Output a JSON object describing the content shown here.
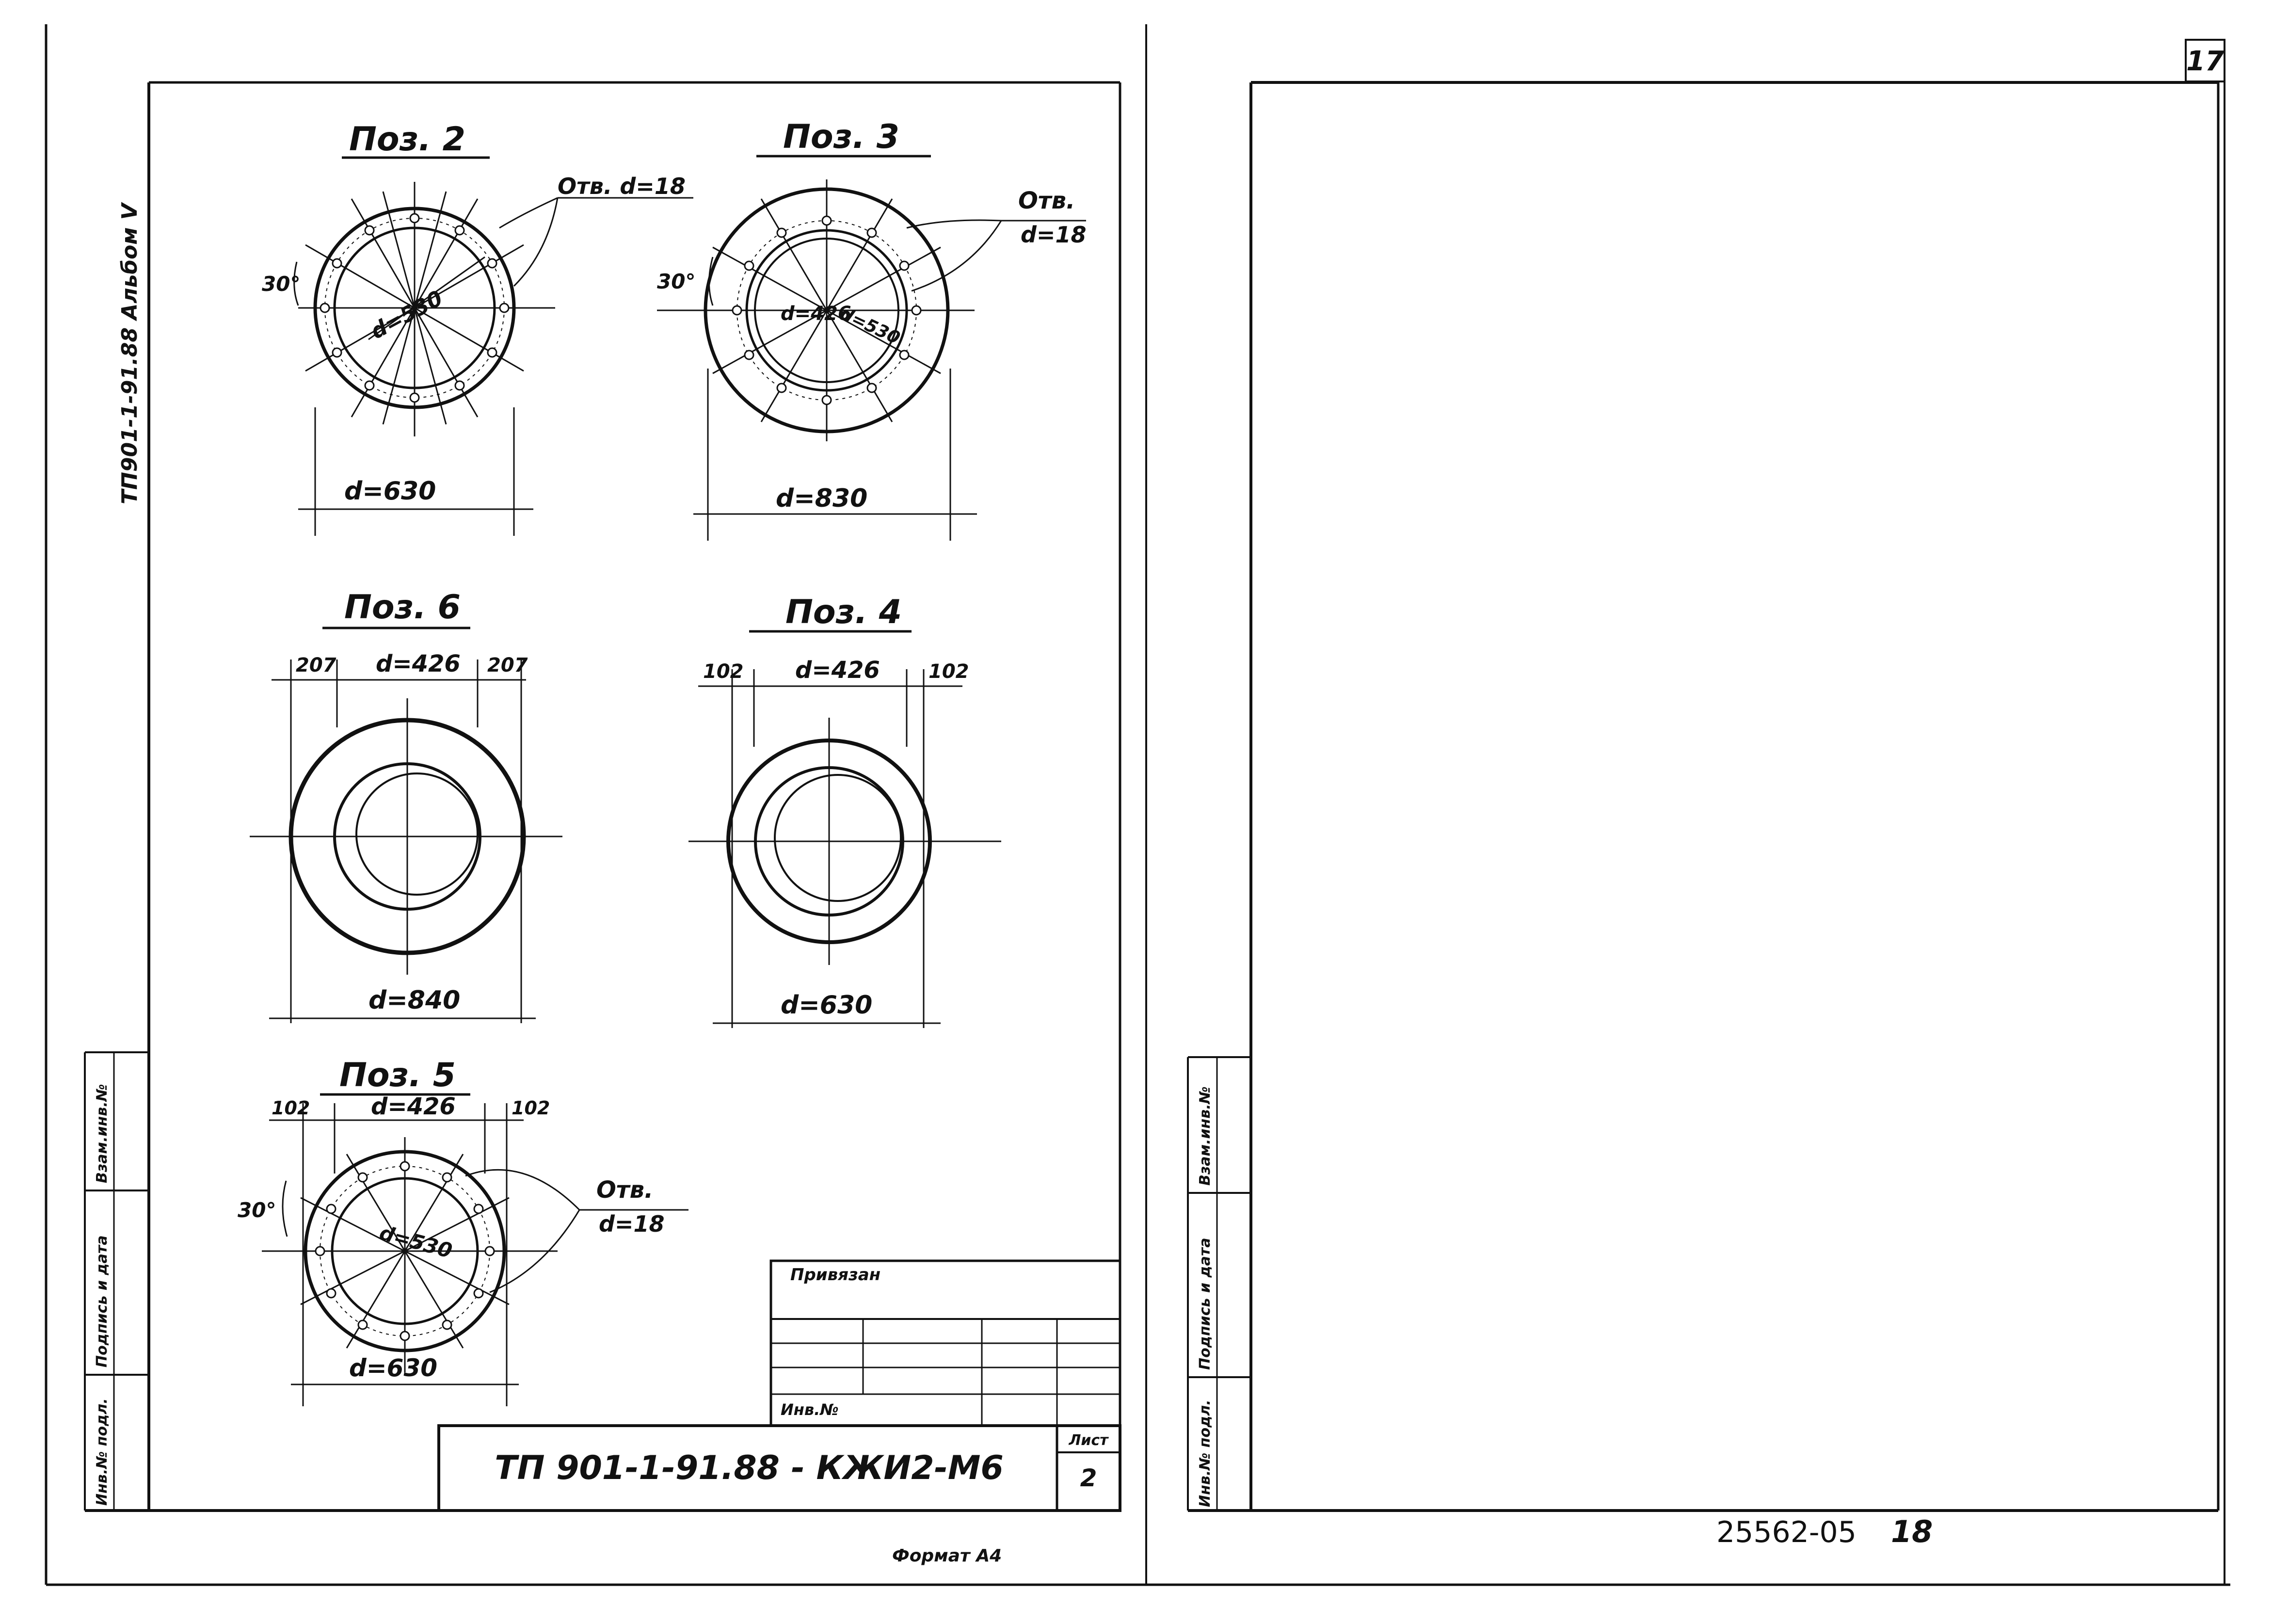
{
  "page_number": "17",
  "album_label": "ТП901-1-91.88 Альбом V",
  "positions": {
    "pos2": {
      "title": "Поз. 2",
      "hole_label": "Отв. d=18",
      "angle": "30°",
      "bolt_circle": "d=530",
      "outer": "d=630"
    },
    "pos3": {
      "title": "Поз. 3",
      "hole_label_1": "Отв.",
      "hole_label_2": "d=18",
      "angle": "30°",
      "inner": "d=426",
      "bolt_circle": "d=530",
      "outer": "d=830"
    },
    "pos6": {
      "title": "Поз. 6",
      "left_offset": "207",
      "inner": "d=426",
      "right_offset": "207",
      "outer": "d=840"
    },
    "pos4": {
      "title": "Поз. 4",
      "left_offset": "102",
      "inner": "d=426",
      "right_offset": "102",
      "outer": "d=630"
    },
    "pos5": {
      "title": "Поз. 5",
      "left_offset": "102",
      "inner": "d=426",
      "right_offset": "102",
      "hole_label_1": "Отв.",
      "hole_label_2": "d=18",
      "angle": "30°",
      "bolt_circle": "d=530",
      "outer": "d=630"
    }
  },
  "side_stamp_left": [
    "Взам.инв.№",
    "Подпись и дата",
    "Инв.№ подл."
  ],
  "side_stamp_right": [
    "Взам.инв.№",
    "Подпись и дата",
    "Инв.№ подл."
  ],
  "title_block": {
    "attached": "Привязан",
    "inv_no": "Инв.№",
    "designation": "ТП 901-1-91.88 - КЖИ2-М6",
    "sheet_label": "Лист",
    "sheet_number": "2"
  },
  "format_label": "Формат А4",
  "doc_code": "25562-05",
  "doc_code_number": "18"
}
